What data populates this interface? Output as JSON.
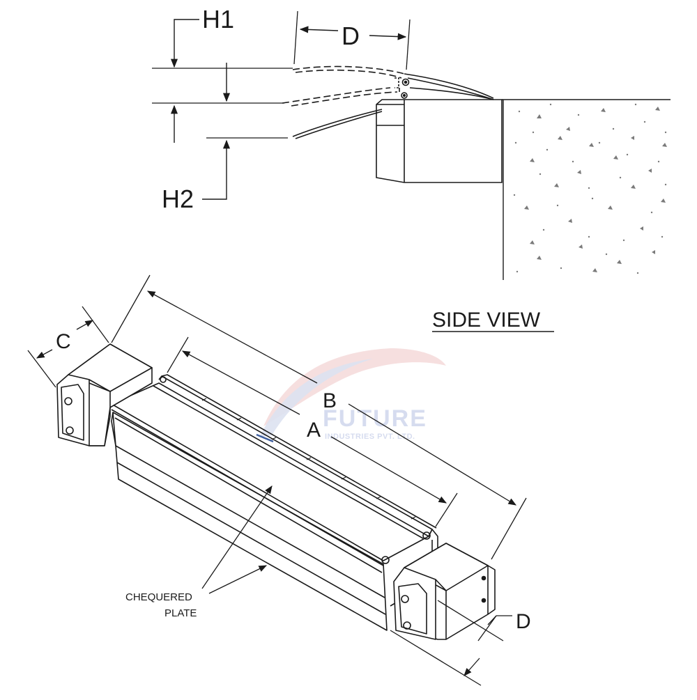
{
  "labels": {
    "h1": "H1",
    "h2": "H2",
    "d_side": "D",
    "side_view": "SIDE VIEW",
    "a": "A",
    "b": "B",
    "c": "C",
    "d_iso": "D",
    "chequered_line1": "CHEQUERED",
    "chequered_line2": "PLATE"
  },
  "watermark": {
    "brand": "FUTURE",
    "subtitle": "INDUSTRIES PVT. LTD."
  },
  "colors": {
    "ink": "#1a1a1a",
    "watermark_red": "#f2cfcf",
    "watermark_blue": "#d6dcef",
    "concrete_dot": "#8a8a8a"
  }
}
